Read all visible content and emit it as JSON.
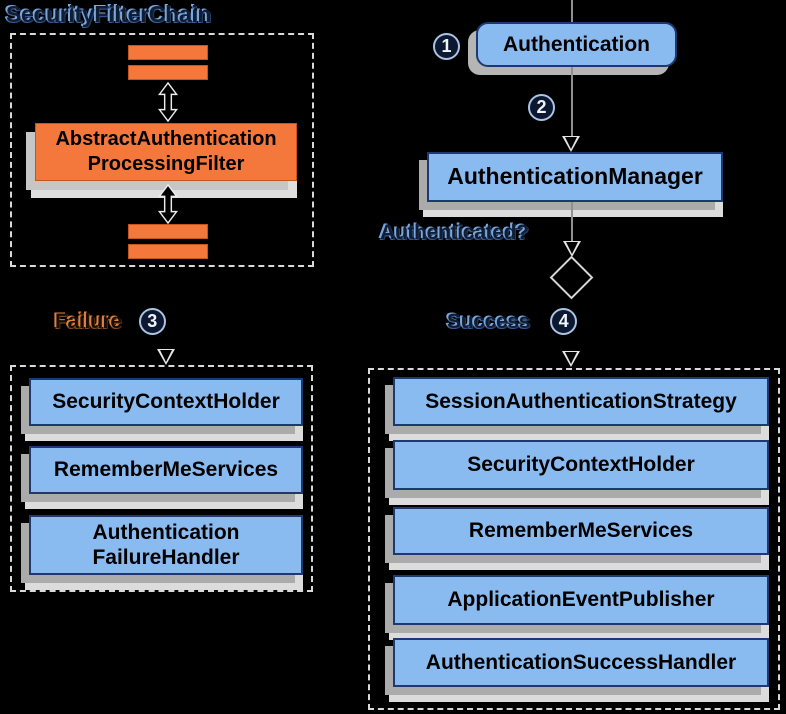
{
  "title": "SecurityFilterChain",
  "filter_chain": {
    "filter_lines": [
      "AbstractAuthentication",
      "ProcessingFilter"
    ]
  },
  "flow": {
    "authentication_label": "Authentication",
    "authentication_manager_label": "AuthenticationManager",
    "authenticated_question": "Authenticated?",
    "failure_label": "Failure",
    "success_label": "Success",
    "steps": {
      "one": "1",
      "two": "2",
      "three": "3",
      "four": "4"
    }
  },
  "failure_box": {
    "items": [
      {
        "lines": [
          "SecurityContextHolder"
        ]
      },
      {
        "lines": [
          "RememberMeServices"
        ]
      },
      {
        "lines": [
          "Authentication",
          "FailureHandler"
        ]
      }
    ]
  },
  "success_box": {
    "items": [
      "SessionAuthenticationStrategy",
      "SecurityContextHolder",
      "RememberMeServices",
      "ApplicationEventPublisher",
      "AuthenticationSuccessHandler"
    ]
  },
  "colors": {
    "background": "#000000",
    "node_fill": "#89bbf1",
    "node_border": "#1c3a70",
    "orange_fill": "#f4773b",
    "shadow_gray": "#ababab",
    "shadow_light": "#dcdcdc",
    "dashed_border": "#d9d9d9"
  }
}
